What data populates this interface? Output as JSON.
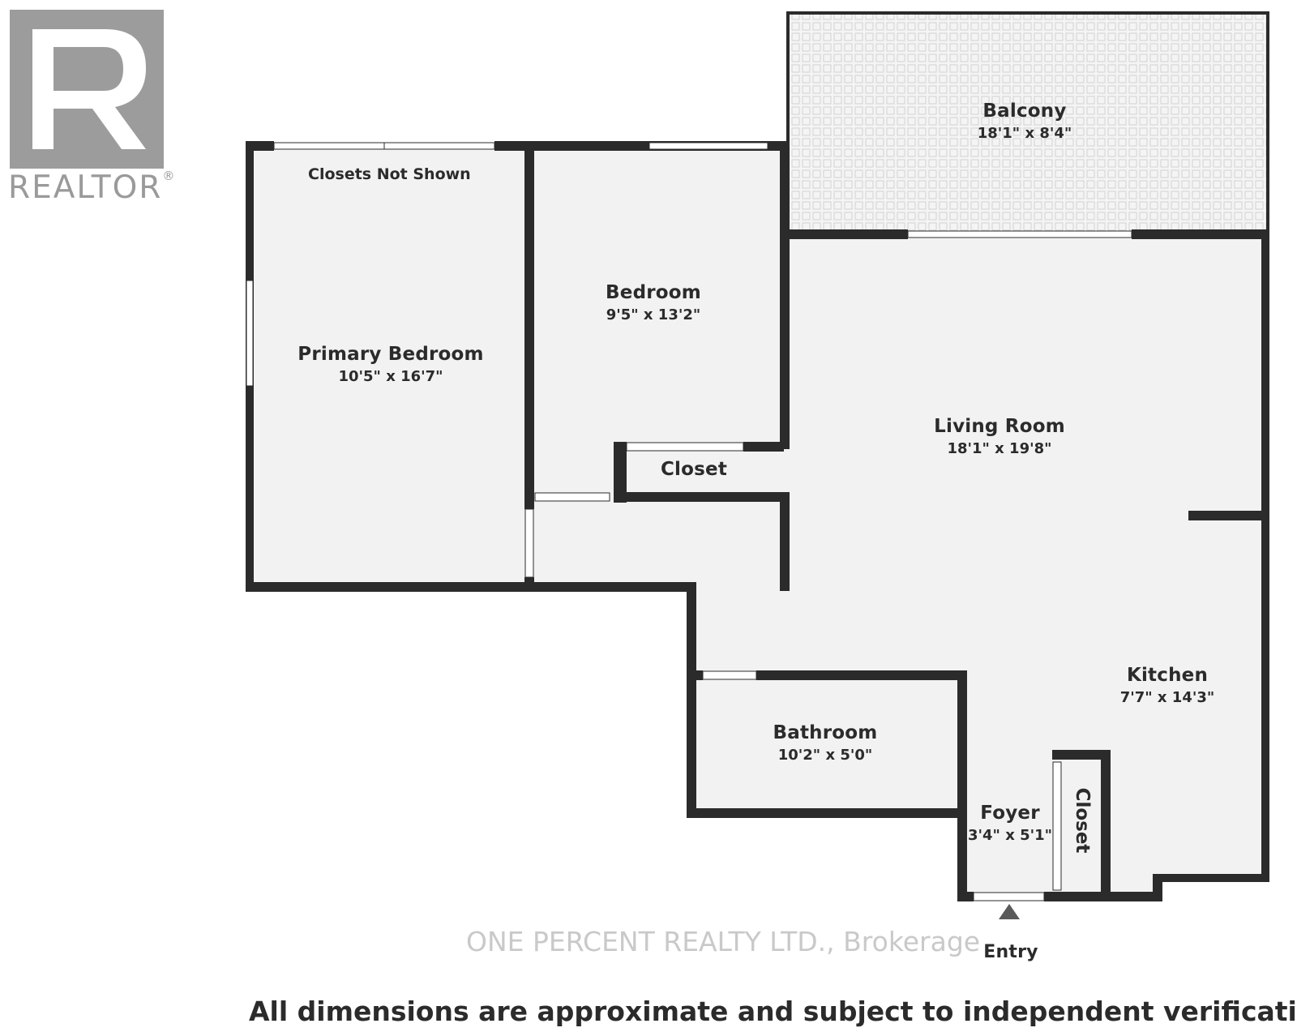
{
  "logo": {
    "brand": "REALTOR",
    "reg_mark": "®"
  },
  "rooms": {
    "balcony": {
      "name": "Balcony",
      "dim": "18'1\" x 8'4\""
    },
    "bedroom": {
      "name": "Bedroom",
      "dim": "9'5\" x 13'2\""
    },
    "primary_bedroom": {
      "name": "Primary Bedroom",
      "dim": "10'5\" x 16'7\""
    },
    "closet_bedroom": {
      "name": "Closet"
    },
    "living_room": {
      "name": "Living Room",
      "dim": "18'1\" x 19'8\""
    },
    "kitchen": {
      "name": "Kitchen",
      "dim": "7'7\" x 14'3\""
    },
    "bathroom": {
      "name": "Bathroom",
      "dim": "10'2\" x 5'0\""
    },
    "foyer": {
      "name": "Foyer",
      "dim": "3'4\" x 5'1\""
    },
    "closet_foyer": {
      "name": "Closet"
    }
  },
  "notes": {
    "closets": "Closets Not Shown",
    "entry": "Entry"
  },
  "watermark": "ONE PERCENT REALTY LTD., Brokerage",
  "disclaimer": "All dimensions are approximate and subject to independent verification"
}
